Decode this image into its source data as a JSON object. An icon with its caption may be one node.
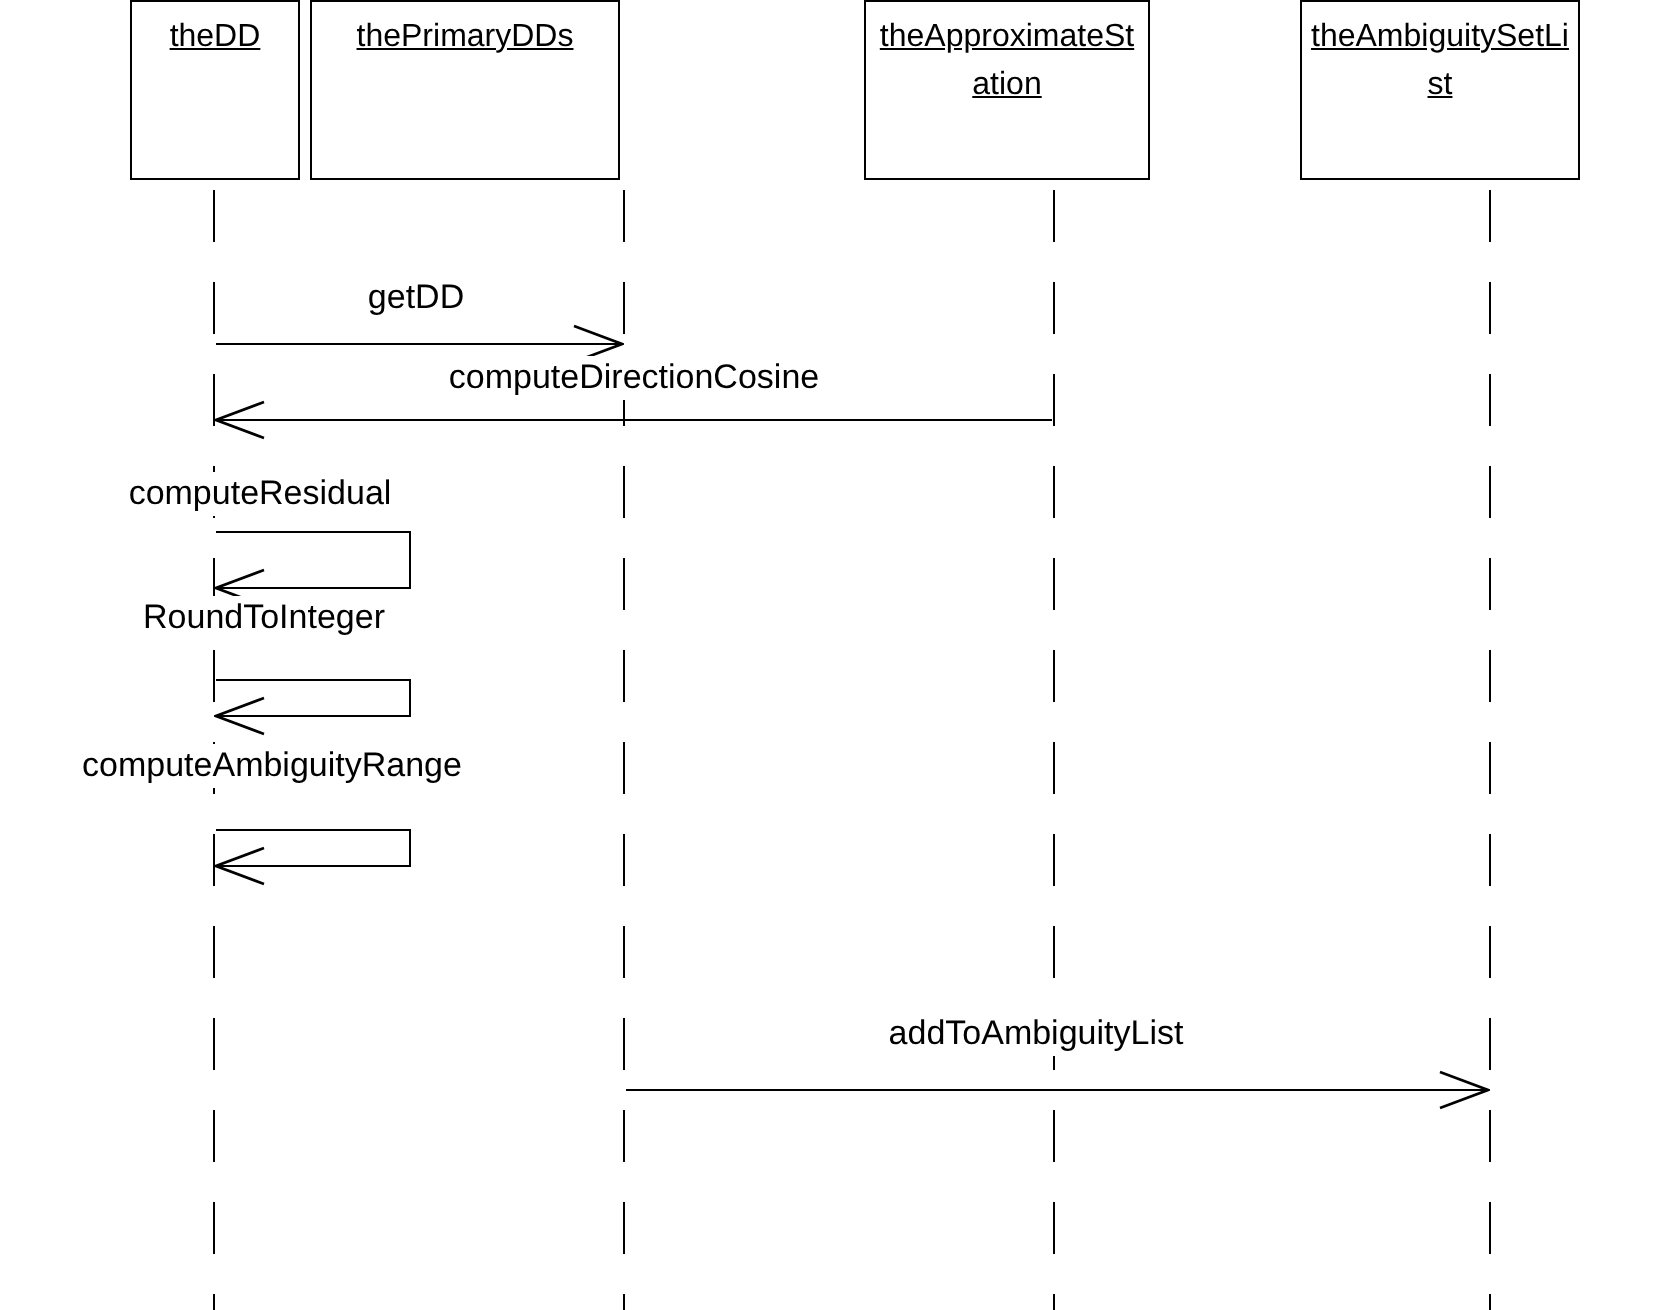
{
  "diagram": {
    "nodes": [
      {
        "text": [
          "theDD"
        ]
      },
      {
        "text": [
          "thePrimaryDDs"
        ]
      },
      {
        "text": [
          "theApproximateStation"
        ]
      },
      {
        "text": [
          "theAmbiguitySetList"
        ]
      },
      {
        "text": [],
        "shape": "line"
      },
      {
        "text": [],
        "shape": "line"
      },
      {
        "text": [],
        "shape": "line"
      },
      {
        "text": [],
        "shape": "line"
      }
    ],
    "edges": [
      {
        "from": 4,
        "to": 5,
        "arrow": "to",
        "label": "getDD"
      },
      {
        "from": 6,
        "to": 4,
        "arrow": "to",
        "label": "computeDirectionCosine"
      },
      {
        "from": 4,
        "to": 4,
        "arrow": "to",
        "label": "computeResidual"
      },
      {
        "from": 4,
        "to": 4,
        "arrow": "to",
        "label": "RoundToInteger"
      },
      {
        "from": 4,
        "to": 4,
        "arrow": "to",
        "label": "computeAmbiguityRange"
      },
      {
        "from": 5,
        "to": 7,
        "arrow": "to",
        "label": "addToAmbiguityList"
      }
    ]
  }
}
